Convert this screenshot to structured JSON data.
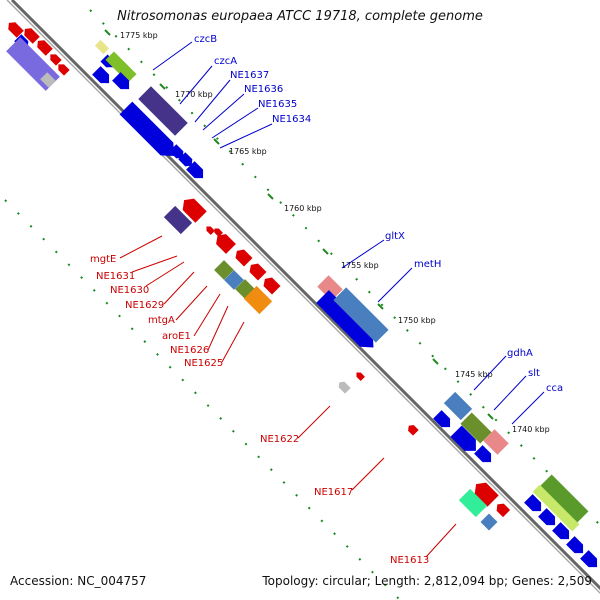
{
  "title": "Nitrosomonas europaea ATCC 19718, complete genome",
  "accession": "Accession: NC_004757",
  "summary": "Topology: circular; Length: 2,812,094 bp; Genes: 2,509",
  "colors": {
    "forward_strand": "#0000cc",
    "reverse_strand": "#cc0000",
    "backbone": "#888888",
    "tick": "#228822"
  },
  "scale_labels": [
    "1775 kbp",
    "1770 kbp",
    "1765 kbp",
    "1760 kbp",
    "1755 kbp",
    "1750 kbp",
    "1745 kbp",
    "1740 kbp"
  ],
  "genes_forward": [
    "czcB",
    "czcA",
    "NE1637",
    "NE1636",
    "NE1635",
    "NE1634",
    "gltX",
    "metH",
    "gdhA",
    "slt",
    "cca"
  ],
  "genes_reverse": [
    "mgtE",
    "NE1631",
    "NE1630",
    "NE1629",
    "mtgA",
    "aroE1",
    "NE1626",
    "NE1625",
    "NE1622",
    "NE1617",
    "NE1613"
  ]
}
